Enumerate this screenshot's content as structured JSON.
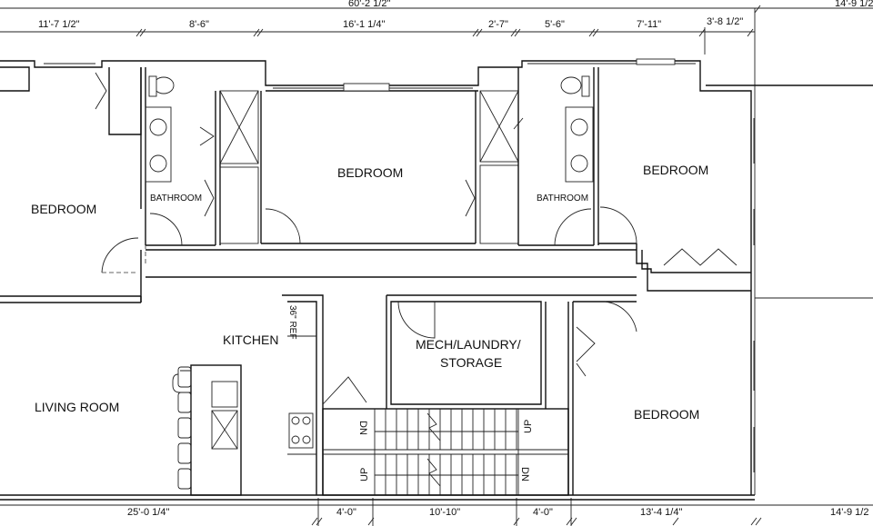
{
  "dimensions_top": {
    "overall": "60'-2 1/2\"",
    "right_overall": "14'-9 1/2",
    "seg1": "11'-7 1/2\"",
    "seg2": "8'-6\"",
    "seg3": "16'-1 1/4\"",
    "seg4": "2'-7\"",
    "seg5": "5'-6\"",
    "seg6": "7'-11\"",
    "seg7": "3'-8 1/2\""
  },
  "dimensions_bottom": {
    "seg1": "25'-0 1/4\"",
    "seg2": "4'-0\"",
    "seg3": "10'-10\"",
    "seg4": "4'-0\"",
    "seg5": "13'-4 1/4\"",
    "right": "14'-9 1/2"
  },
  "rooms": {
    "bedroom_left": "BEDROOM",
    "bedroom_center": "BEDROOM",
    "bedroom_right_top": "BEDROOM",
    "bedroom_right_bottom": "BEDROOM",
    "bathroom_left": "BATHROOM",
    "bathroom_right": "BATHROOM",
    "kitchen": "KITCHEN",
    "living_room": "LIVING ROOM",
    "mech_line1": "MECH/LAUNDRY/",
    "mech_line2": "STORAGE"
  },
  "fixtures": {
    "refrigerator": "36\" REF"
  },
  "stairs": {
    "dn_top": "DN",
    "up_top": "UP",
    "up_bottom": "UP",
    "dn_bottom": "DN"
  }
}
